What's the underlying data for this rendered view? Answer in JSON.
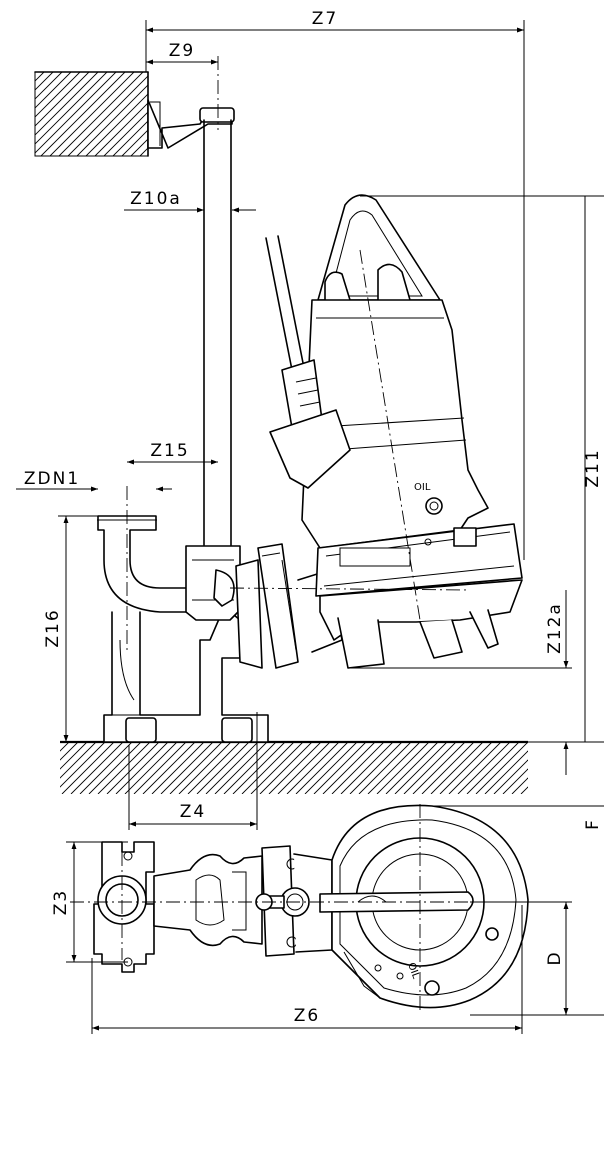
{
  "dimensions": {
    "z7": "Z7",
    "z9": "Z9",
    "z10a": "Z10a",
    "z15": "Z15",
    "zdn1": "ZDN1",
    "z16": "Z16",
    "z11": "Z11",
    "z12a": "Z12a",
    "z4": "Z4",
    "z3": "Z3",
    "z6": "Z6",
    "f": "F",
    "d": "D"
  },
  "markings": {
    "oil_side": "OIL",
    "oil_top": "OIL"
  }
}
